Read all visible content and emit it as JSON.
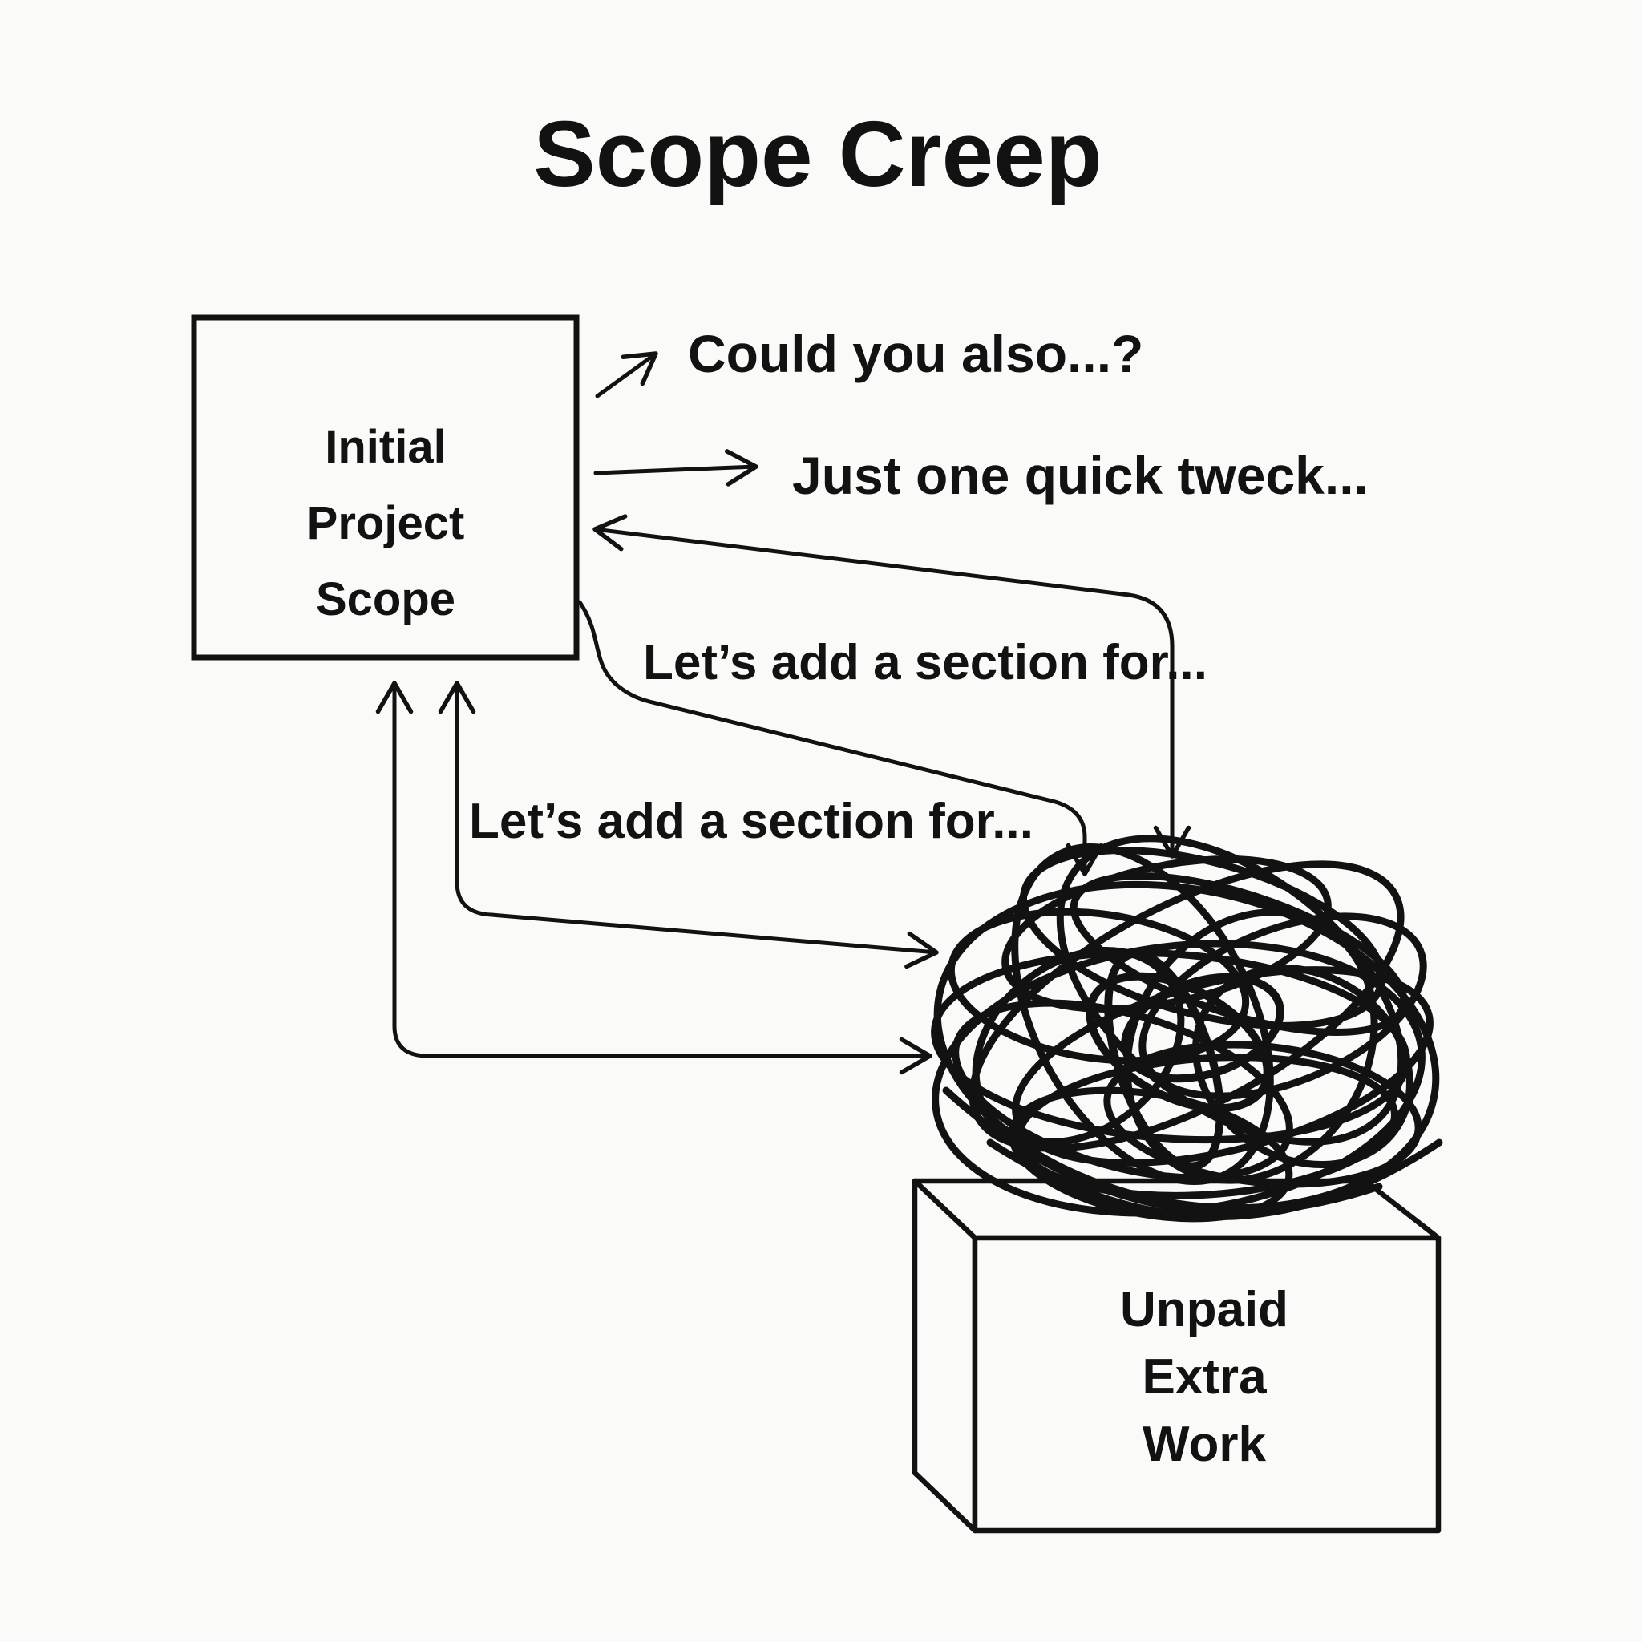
{
  "title": "Scope Creep",
  "colors": {
    "background": "#fafaf8",
    "ink": "#121212"
  },
  "source_box": {
    "line1": "Initial",
    "line2": "Project",
    "line3": "Scope"
  },
  "callouts": {
    "could_you_also": "Could you also...?",
    "quick_tweck": "Just one quick tweck...",
    "add_section_1": "Let’s add a section for...",
    "add_section_2": "Let’s add a section for..."
  },
  "sink_box": {
    "line1": "Unpaid",
    "line2": "Extra",
    "line3": "Work"
  }
}
